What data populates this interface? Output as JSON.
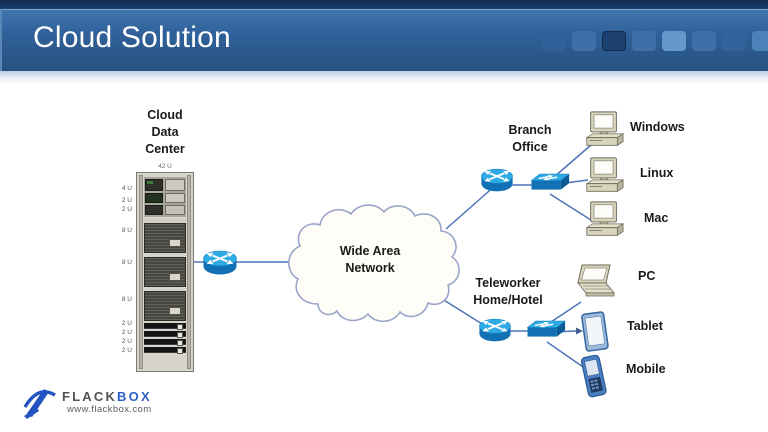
{
  "header": {
    "title": "Cloud Solution",
    "squares": [
      "background:#315f97",
      "background:#3f6fa6",
      "background:#1d4170;border:1px solid #12294a",
      "background:#3f6fa6",
      "background:#6598cc",
      "background:#3f6fa6",
      "background:#34629a",
      "background:#4d82b9"
    ]
  },
  "diagram": {
    "data_center": {
      "label": [
        "Cloud",
        "Data",
        "Center"
      ],
      "rack_capacity": "42 U",
      "rack_units": [
        "4 U",
        "2 U",
        "2 U",
        "8 U",
        "8 U",
        "8 U",
        "2 U",
        "2 U",
        "2 U",
        "2 U"
      ]
    },
    "wan": {
      "label": [
        "Wide Area",
        "Network"
      ]
    },
    "branch_office": {
      "label": [
        "Branch",
        "Office"
      ],
      "endpoints": [
        "Windows",
        "Linux",
        "Mac"
      ]
    },
    "teleworker": {
      "label": [
        "Teleworker",
        "Home/Hotel"
      ],
      "endpoints": [
        "PC",
        "Tablet",
        "Mobile"
      ]
    }
  },
  "logo": {
    "brand": "FLACK",
    "brand_accent": "BOX",
    "website": "www.flackbox.com"
  },
  "colors": {
    "header_blue": "#2d5f99",
    "header_dark": "#16355f",
    "device_cyan": "#2eaae4",
    "device_blue": "#1271b5",
    "connector_blue": "#4d74b8",
    "cloud_outline": "#9aa5c9",
    "endpoint_beige": "#d9d5bd",
    "logo_blue": "#2f62c9",
    "logo_gray": "#515254"
  }
}
